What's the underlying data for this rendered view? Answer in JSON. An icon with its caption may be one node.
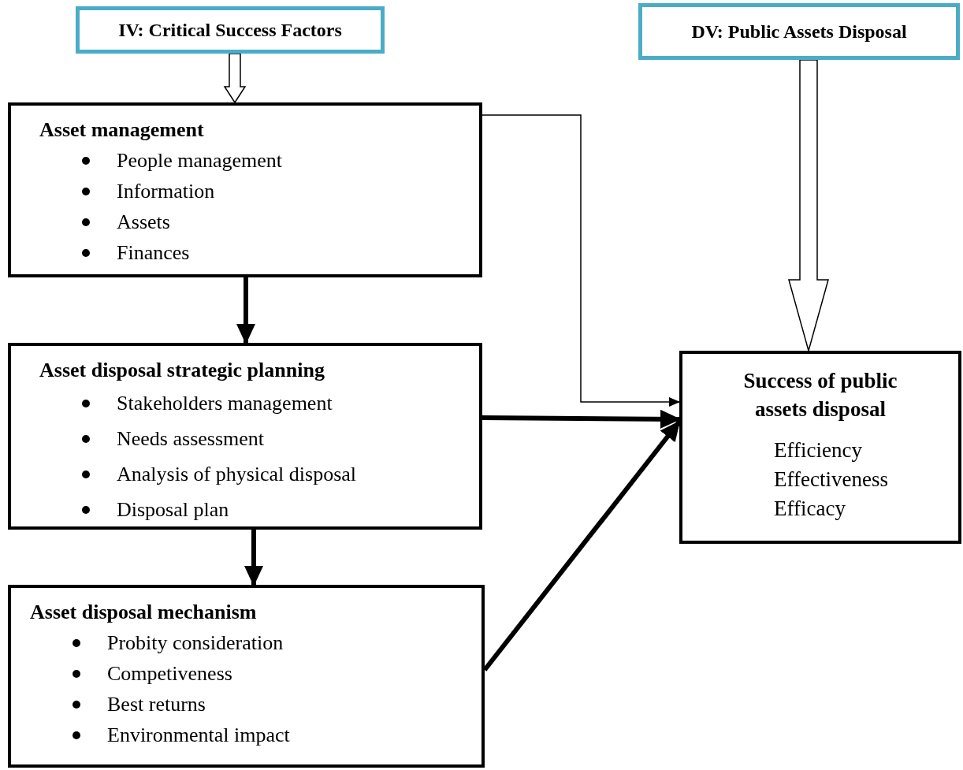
{
  "diagram": {
    "nodes": [
      {
        "text": [
          "IV: Critical Success Factors"
        ]
      },
      {
        "text": [
          "DV: Public Assets Disposal"
        ]
      },
      {
        "text": [
          "Asset management",
          "People management",
          "Information",
          "Assets",
          "Finances"
        ]
      },
      {
        "text": [
          "Asset disposal strategic planning",
          "Stakeholders management",
          "Needs assessment",
          "Analysis of physical disposal",
          "Disposal plan"
        ]
      },
      {
        "text": [
          "Asset disposal mechanism",
          "Probity consideration",
          "Competiveness",
          "Best returns",
          "Environmental impact"
        ]
      },
      {
        "text": [
          "Success of public assets disposal",
          "Efficiency",
          "Effectiveness",
          "Efficacy"
        ]
      }
    ],
    "edges": [
      {
        "from": 0,
        "to": 2,
        "arrow": "to",
        "style": "thick",
        "color": "#ffffff"
      },
      {
        "from": 1,
        "to": 5,
        "arrow": "to",
        "style": "thick",
        "color": "#ffffff"
      },
      {
        "from": 2,
        "to": 5,
        "arrow": "to"
      },
      {
        "from": 2,
        "to": 3,
        "arrow": "to"
      },
      {
        "from": 3,
        "to": 4,
        "arrow": "to"
      },
      {
        "from": 3,
        "to": 5,
        "arrow": "to"
      },
      {
        "from": 4,
        "to": 5,
        "arrow": "to"
      }
    ]
  }
}
